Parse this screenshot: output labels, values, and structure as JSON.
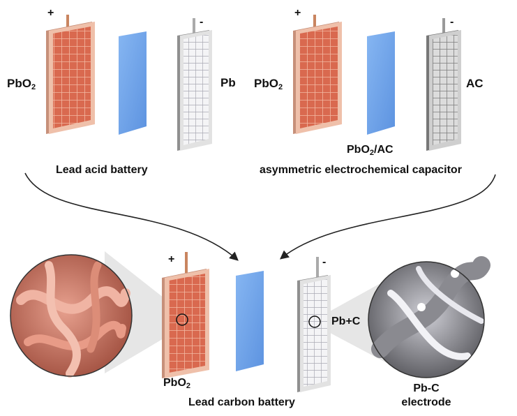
{
  "colors": {
    "positive_plate": "#d9694f",
    "positive_frame": "#e9b79f",
    "separator": "#6fa3ea",
    "negative_plate": "#eeeeee",
    "ac_plate": "#c9c9c9",
    "sem_positive": "#cf7a66",
    "sem_negative": "#7a7a7a",
    "arrow": "#222222"
  },
  "top_left": {
    "positive_label": "PbO",
    "positive_sub": "2",
    "negative_label": "Pb",
    "plus_sign": "+",
    "minus_sign": "-",
    "caption": "Lead acid battery"
  },
  "top_right": {
    "positive_label": "PbO",
    "positive_sub": "2",
    "negative_label": "AC",
    "plus_sign": "+",
    "minus_sign": "-",
    "system_label": "PbO",
    "system_sub": "2",
    "system_suffix": "/AC",
    "caption": "asymmetric electrochemical capacitor"
  },
  "bottom": {
    "plus_sign": "+",
    "minus_sign": "-",
    "positive_label": "PbO",
    "positive_sub": "2",
    "negative_label": "Pb+C",
    "caption": "Lead carbon battery",
    "electrode_line1": "Pb-C",
    "electrode_line2": "electrode"
  }
}
